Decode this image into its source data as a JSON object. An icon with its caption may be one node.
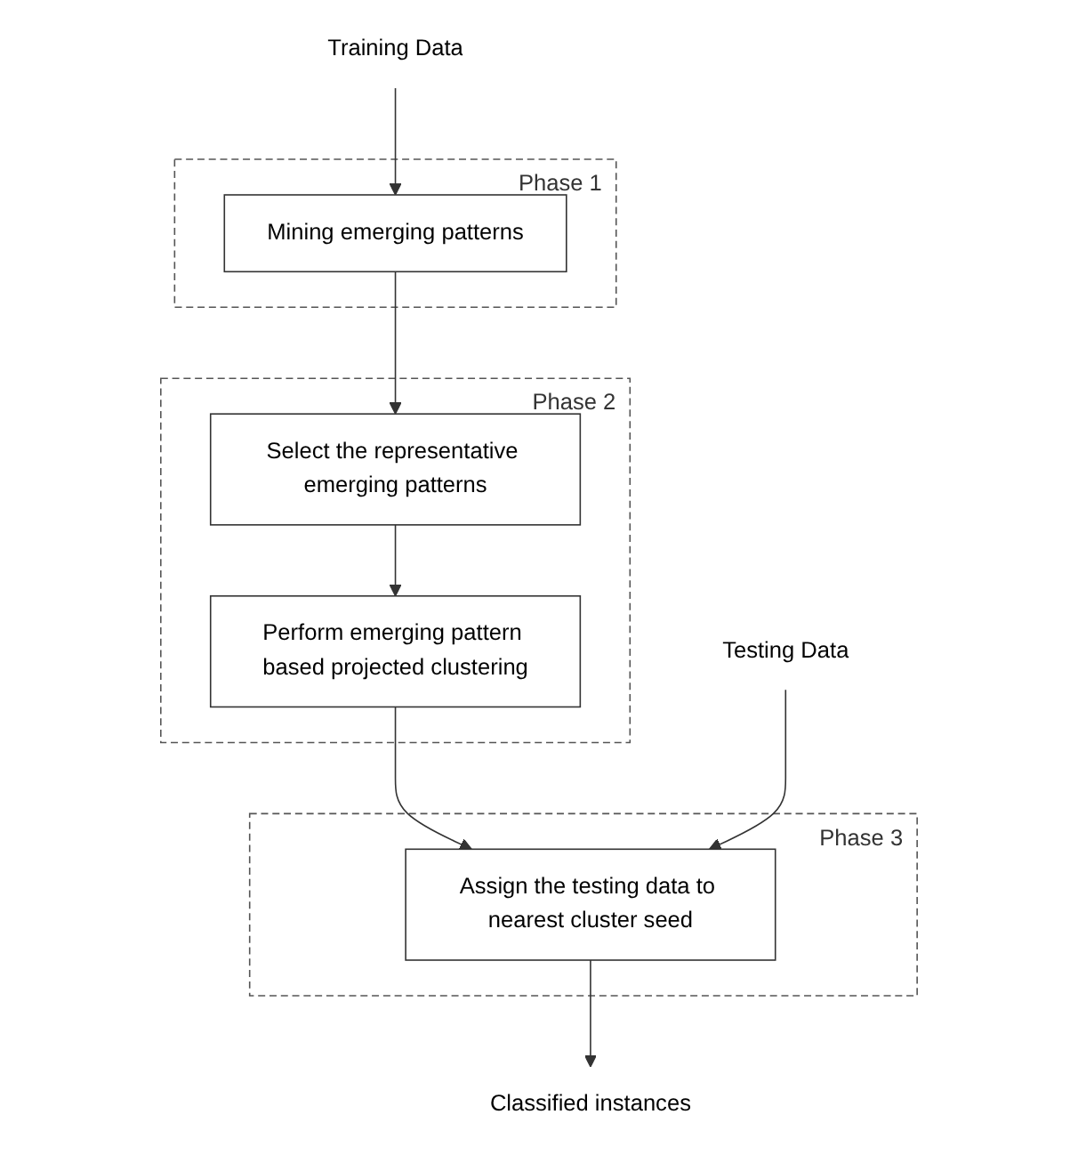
{
  "diagram": {
    "nodes": [
      {
        "text": [
          "Training Data"
        ]
      },
      {
        "text": [
          "Phase 1"
        ]
      },
      {
        "text": [
          "Mining emerging patterns"
        ],
        "in": 1
      },
      {
        "text": [
          "Phase 2"
        ]
      },
      {
        "text": [
          "Select the representative emerging patterns"
        ],
        "in": 3
      },
      {
        "text": [
          "Perform emerging pattern based projected clustering"
        ],
        "in": 3
      },
      {
        "text": [
          "Testing Data"
        ]
      },
      {
        "text": [
          "Phase 3"
        ]
      },
      {
        "text": [
          "Assign the testing data to nearest cluster seed"
        ],
        "in": 7
      },
      {
        "text": [
          "Classified instances"
        ]
      }
    ],
    "edges": [
      {
        "from": 0,
        "to": 2,
        "arrow": "to"
      },
      {
        "from": 2,
        "to": 4,
        "arrow": "to"
      },
      {
        "from": 4,
        "to": 5,
        "arrow": "to"
      },
      {
        "from": 5,
        "to": 8,
        "arrow": "to"
      },
      {
        "from": 6,
        "to": 8,
        "arrow": "to"
      },
      {
        "from": 8,
        "to": 9,
        "arrow": "to"
      }
    ]
  }
}
